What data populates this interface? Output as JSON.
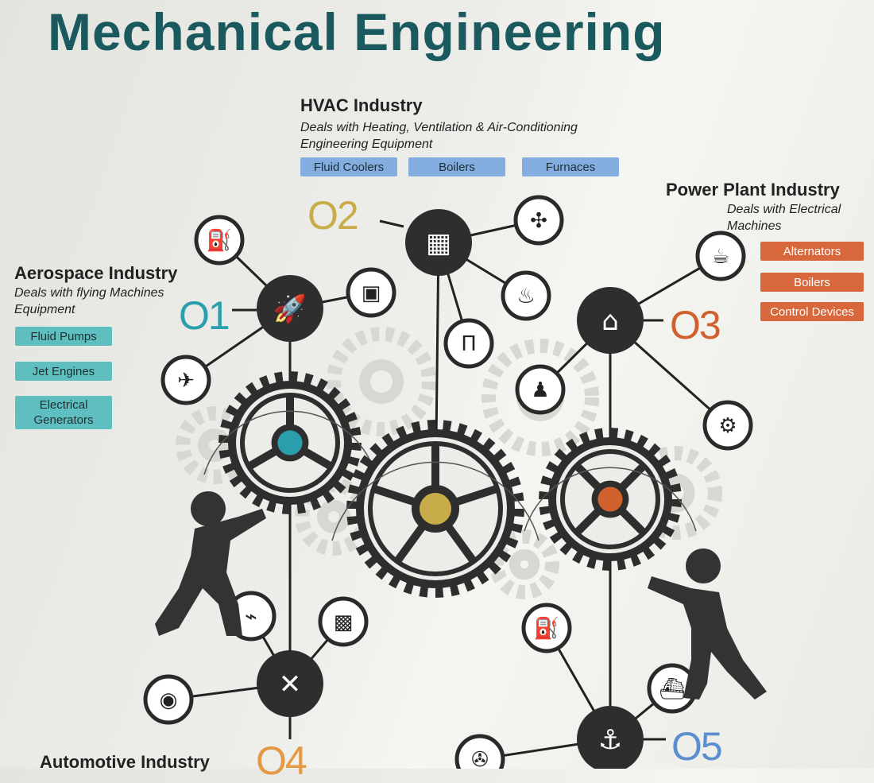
{
  "title": "Mechanical Engineering",
  "sections": {
    "aerospace": {
      "number": "O1",
      "heading": "Aerospace Industry",
      "description": "Deals with flying Machines Equipment",
      "tags": [
        "Fluid Pumps",
        "Jet Engines",
        "Electrical Generators"
      ],
      "color": "#2a9fab"
    },
    "hvac": {
      "number": "O2",
      "heading": "HVAC Industry",
      "description_line1": "Deals with Heating, Ventilation & Air-Conditioning",
      "description_line2": "Engineering Equipment",
      "tags": [
        "Fluid Coolers",
        "Boilers",
        "Furnaces"
      ],
      "color": "#c9ac4a"
    },
    "power": {
      "number": "O3",
      "heading": "Power Plant Industry",
      "description_line1": "Deals with Electrical",
      "description_line2": "Machines",
      "tags": [
        "Alternators",
        "Boilers",
        "Control Devices"
      ],
      "color": "#d0602e"
    },
    "automotive": {
      "number": "O4",
      "heading": "Automotive Industry",
      "color": "#e49a45"
    },
    "marine": {
      "number": "O5",
      "color": "#5b8fcf"
    }
  }
}
